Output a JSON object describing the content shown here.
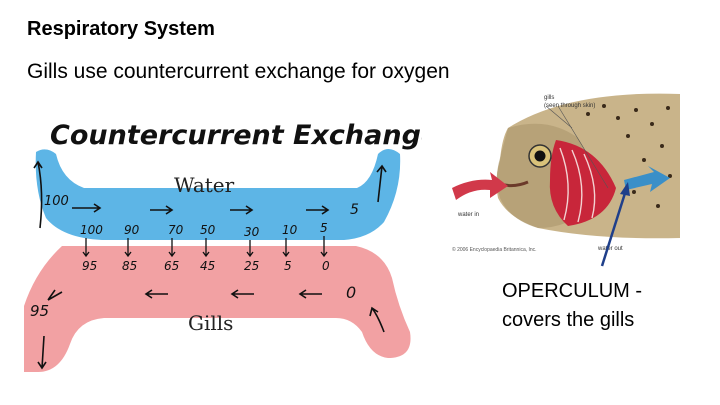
{
  "slide": {
    "title": "Respiratory System",
    "subtitle": "Gills use countercurrent exchange for oxygen"
  },
  "diagram": {
    "heading": "Countercurrent Exchange :",
    "water_label": "Water",
    "gills_label": "Gills",
    "water_start": "100",
    "water_end": "5",
    "water_values": [
      "100",
      "90",
      "70",
      "50",
      "30",
      "10",
      "5"
    ],
    "blood_values": [
      "95",
      "85",
      "65",
      "45",
      "25",
      "5",
      "0"
    ],
    "gills_start": "95",
    "gills_end": "0"
  },
  "fish_figure": {
    "label_gills": "gills",
    "label_seen": "(seen through skin)",
    "label_water_in": "water in",
    "label_water_out": "water out",
    "copyright": "© 2006 Encyclopaedia Britannica, Inc."
  },
  "callout": {
    "line1": "OPERCULUM -",
    "line2": "covers the gills"
  },
  "colors": {
    "water": "#5db5e6",
    "blood": "#f2a1a3",
    "fish_body": "#c9b48a",
    "gill_red": "#c8263a"
  }
}
